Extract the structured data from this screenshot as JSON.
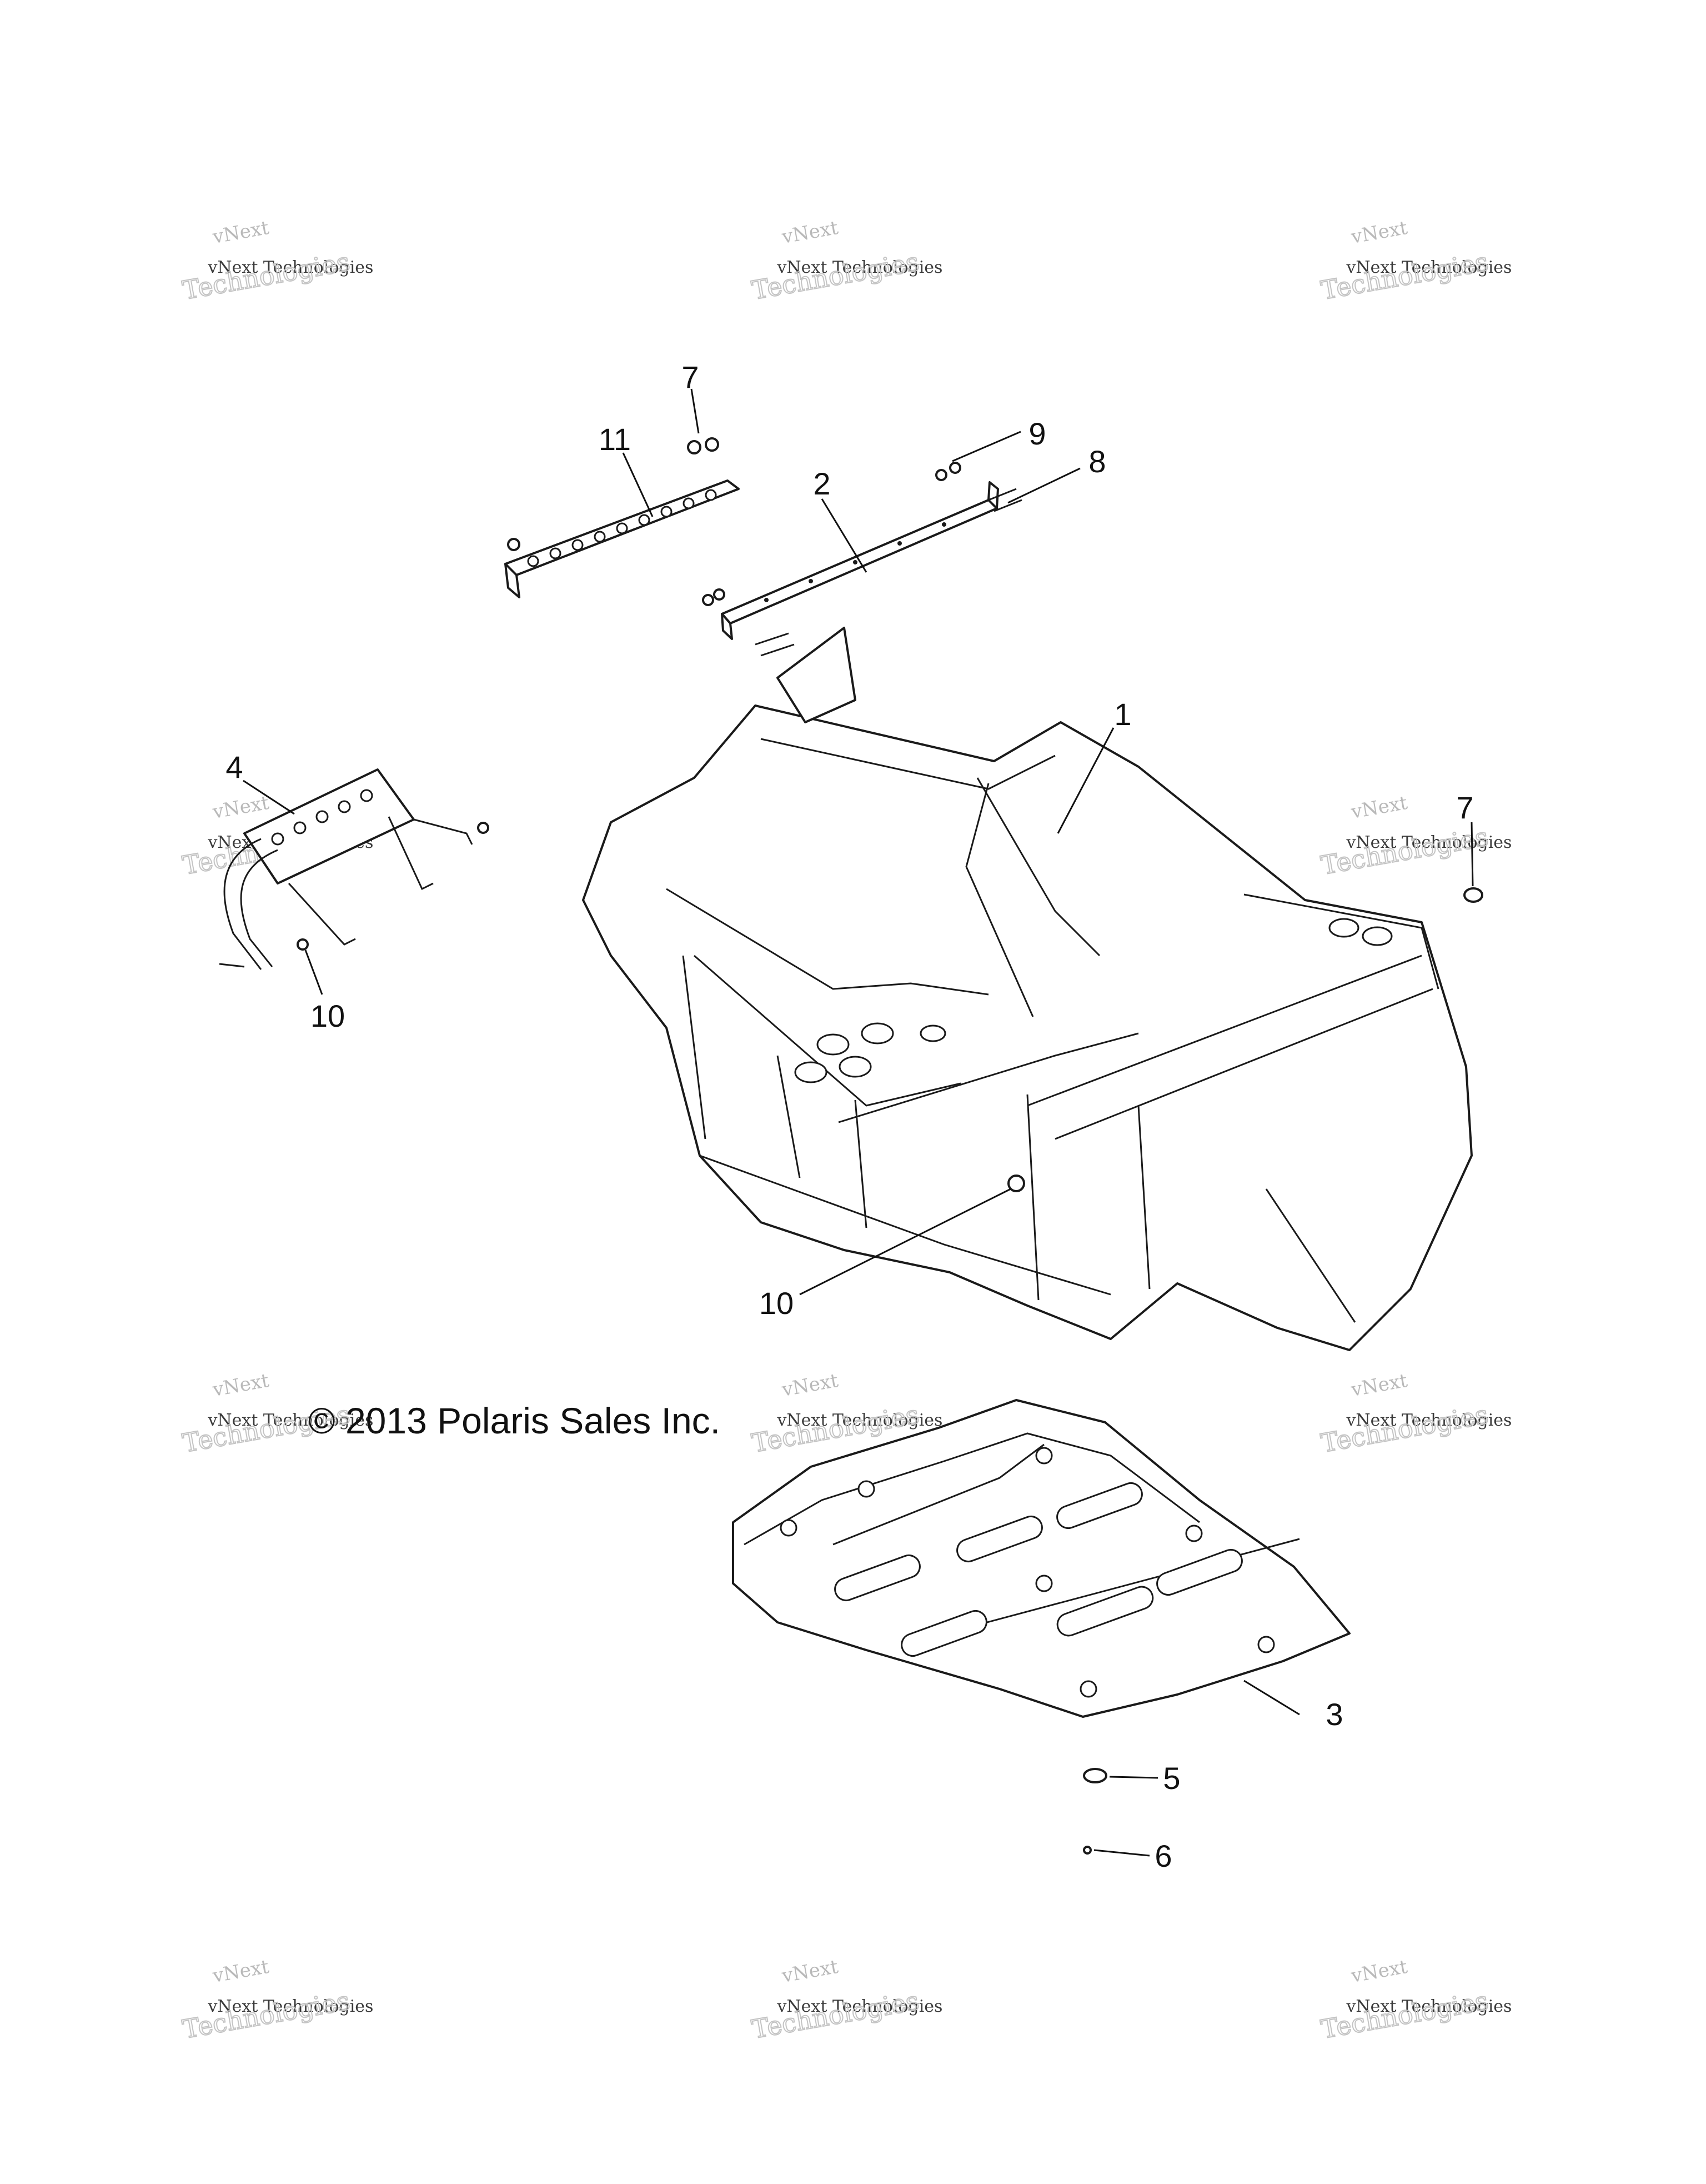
{
  "copyright": "© 2013 Polaris Sales Inc.",
  "watermark": {
    "line1": "vNext",
    "line2": "vNext Technologies",
    "line3": "Technologies"
  },
  "callouts": [
    "7",
    "11",
    "9",
    "2",
    "8",
    "1",
    "4",
    "10",
    "7",
    "10",
    "3",
    "5",
    "6"
  ]
}
